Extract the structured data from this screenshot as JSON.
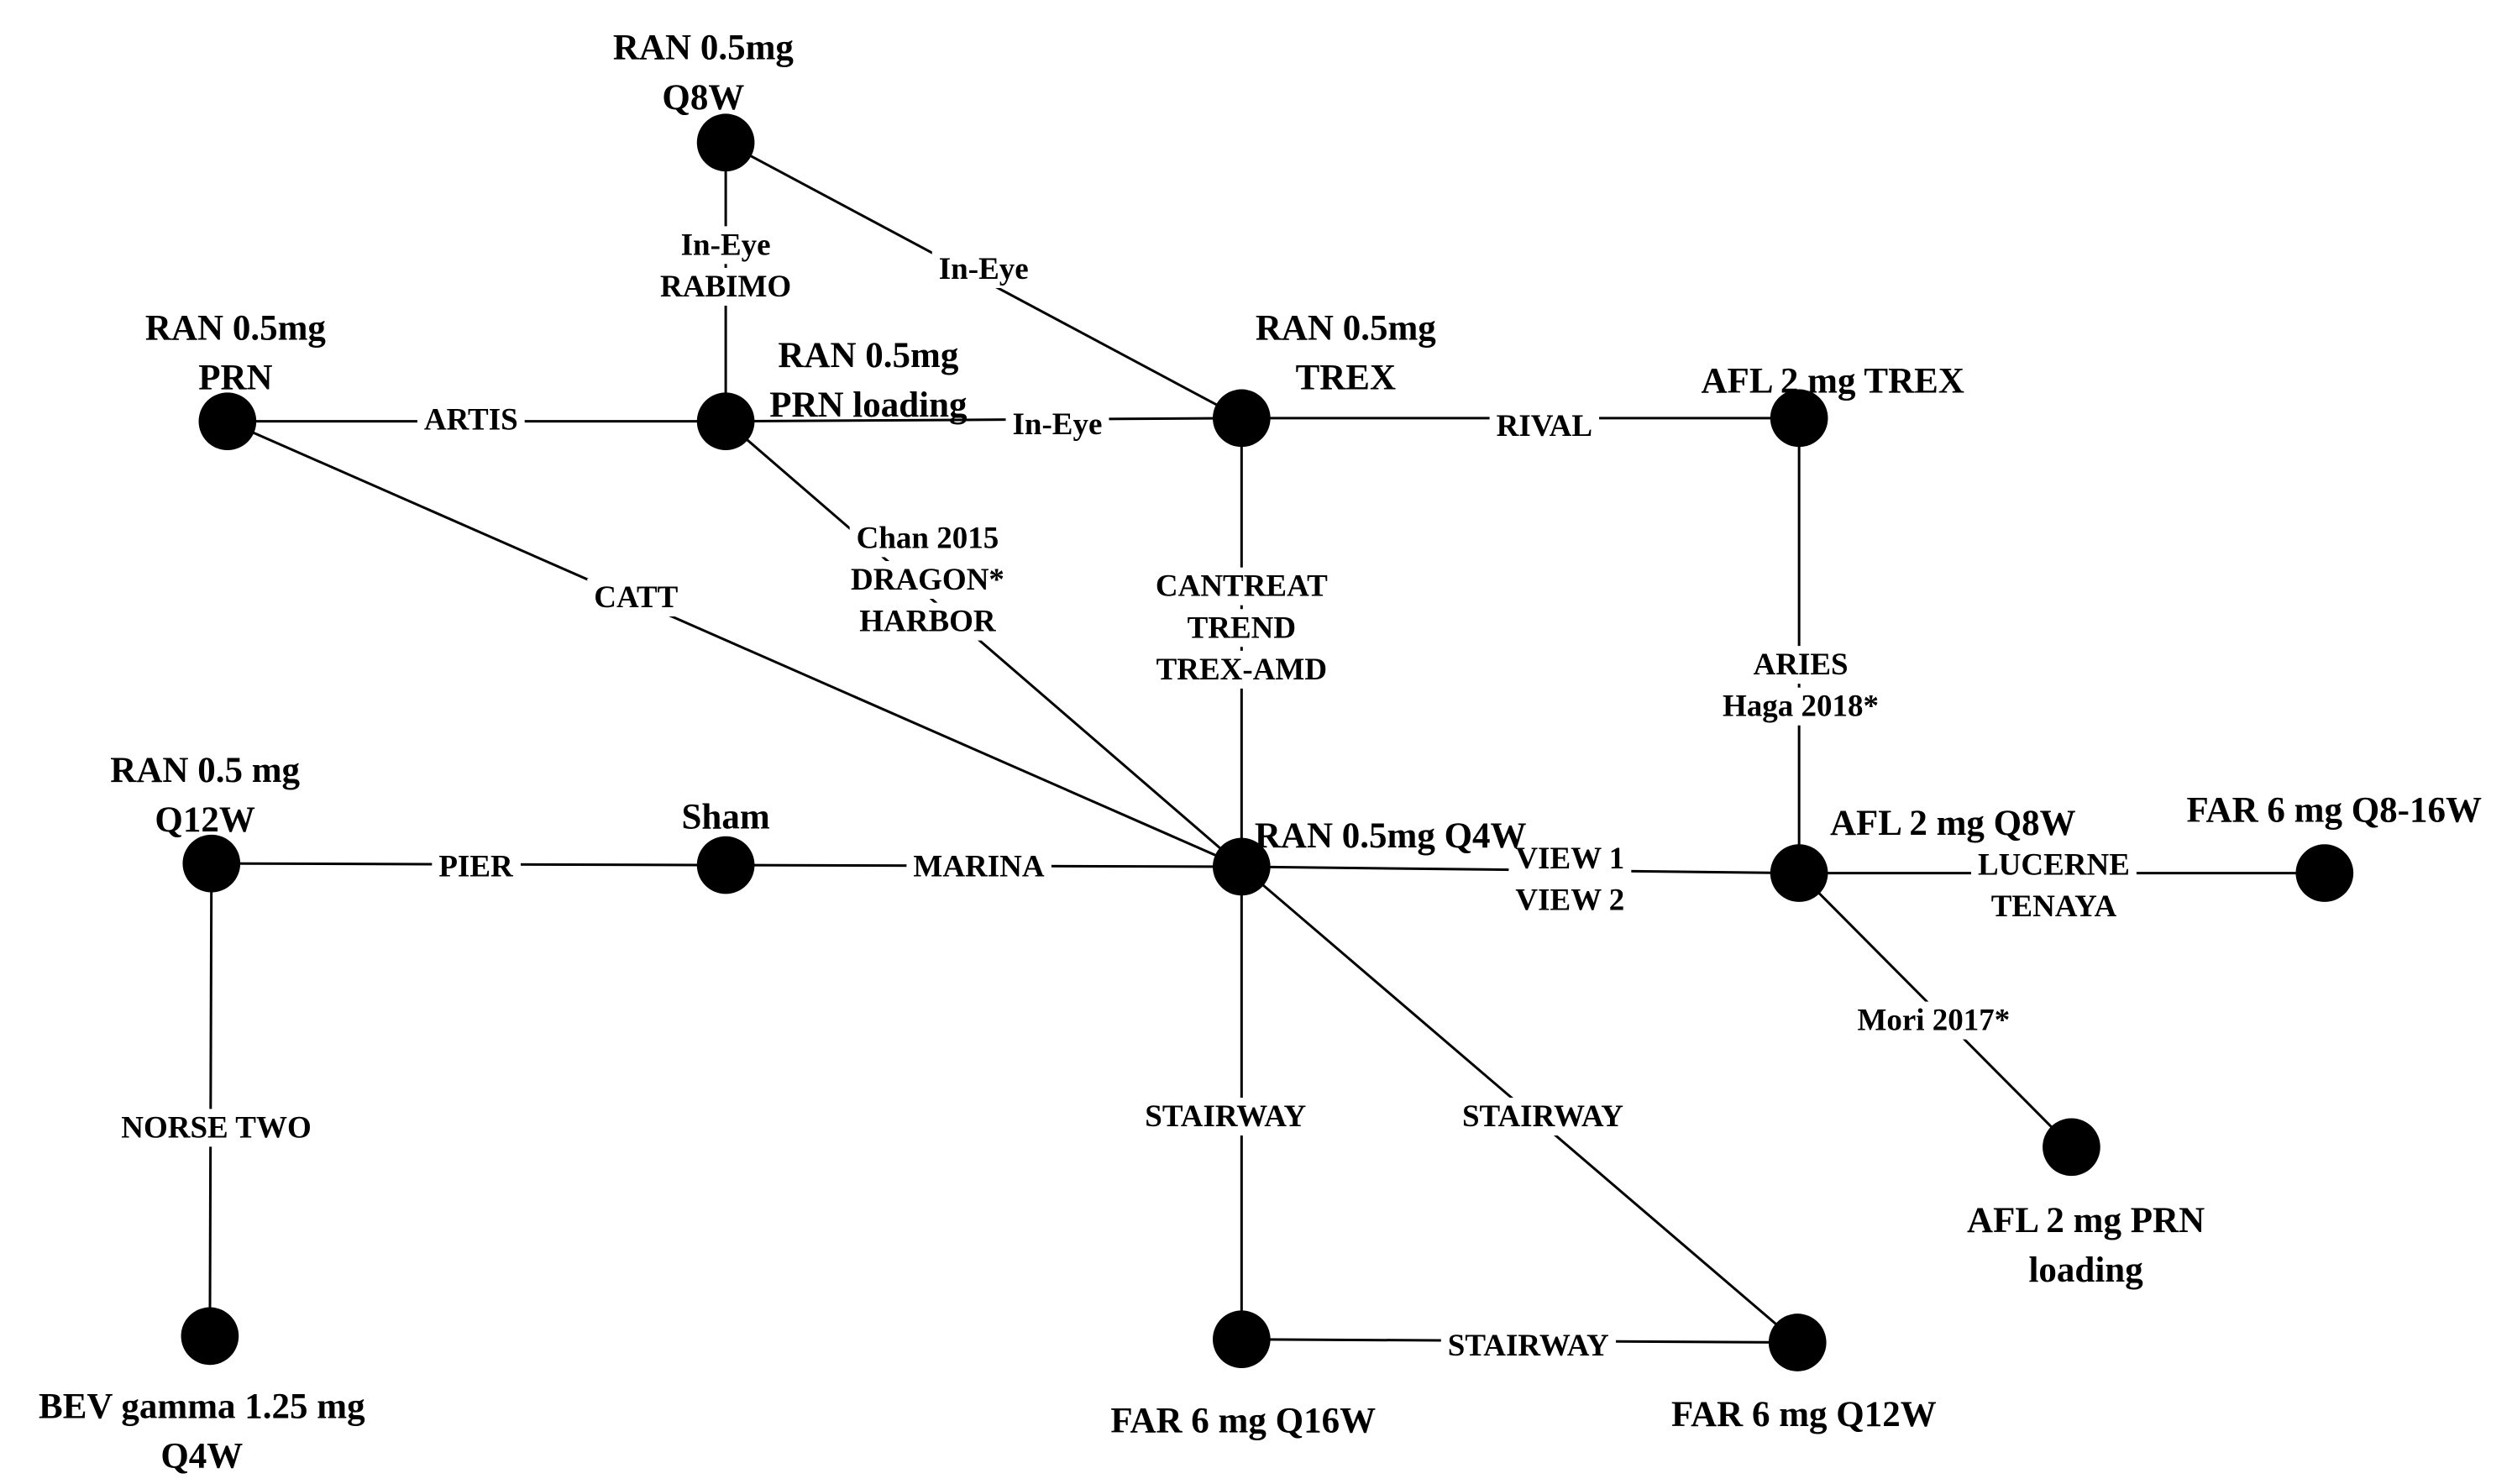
{
  "nodes": [
    {
      "id": "ran_q8w",
      "label_lines": [
        "RAN 0.5mg",
        "Q8W"
      ]
    },
    {
      "id": "ran_prn",
      "label_lines": [
        "RAN 0.5mg",
        "PRN"
      ]
    },
    {
      "id": "ran_prn_loading",
      "label_lines": [
        "RAN 0.5mg",
        "PRN loading"
      ]
    },
    {
      "id": "ran_trex",
      "label_lines": [
        "RAN 0.5mg",
        "TREX"
      ]
    },
    {
      "id": "afl_trex",
      "label_lines": [
        "AFL 2 mg TREX"
      ]
    },
    {
      "id": "ran_q12w",
      "label_lines": [
        "RAN 0.5 mg",
        "Q12W"
      ]
    },
    {
      "id": "sham",
      "label_lines": [
        "Sham"
      ]
    },
    {
      "id": "ran_q4w",
      "label_lines": [
        "RAN 0.5mg Q4W"
      ]
    },
    {
      "id": "afl_q8w",
      "label_lines": [
        "AFL 2 mg Q8W"
      ]
    },
    {
      "id": "far_q8_16w",
      "label_lines": [
        "FAR 6 mg Q8-16W"
      ]
    },
    {
      "id": "afl_prn_loading",
      "label_lines": [
        "AFL 2 mg PRN",
        "loading"
      ]
    },
    {
      "id": "bev_q4w",
      "label_lines": [
        "BEV gamma 1.25 mg",
        "Q4W"
      ]
    },
    {
      "id": "far_q16w",
      "label_lines": [
        "FAR 6 mg Q16W"
      ]
    },
    {
      "id": "far_q12w",
      "label_lines": [
        "FAR 6 mg Q12W"
      ]
    }
  ],
  "edges": [
    {
      "from": "ran_q8w",
      "to": "ran_prn_loading",
      "label_lines": [
        "In-Eye",
        "RABIMO"
      ]
    },
    {
      "from": "ran_q8w",
      "to": "ran_trex",
      "label_lines": [
        "In-Eye"
      ]
    },
    {
      "from": "ran_prn",
      "to": "ran_prn_loading",
      "label_lines": [
        "ARTIS"
      ]
    },
    {
      "from": "ran_prn_loading",
      "to": "ran_trex",
      "label_lines": [
        "In-Eye"
      ]
    },
    {
      "from": "ran_trex",
      "to": "afl_trex",
      "label_lines": [
        "RIVAL"
      ]
    },
    {
      "from": "ran_prn",
      "to": "ran_q4w",
      "label_lines": [
        "CATT"
      ]
    },
    {
      "from": "ran_prn_loading",
      "to": "ran_q4w",
      "label_lines": [
        "Chan 2015",
        "DRAGON*",
        "HARBOR"
      ]
    },
    {
      "from": "ran_trex",
      "to": "ran_q4w",
      "label_lines": [
        "CANTREAT",
        "TREND",
        "TREX-AMD"
      ]
    },
    {
      "from": "afl_trex",
      "to": "afl_q8w",
      "label_lines": [
        "ARIES",
        "Haga 2018*"
      ]
    },
    {
      "from": "ran_q12w",
      "to": "sham",
      "label_lines": [
        "PIER"
      ]
    },
    {
      "from": "sham",
      "to": "ran_q4w",
      "label_lines": [
        "MARINA"
      ]
    },
    {
      "from": "ran_q4w",
      "to": "afl_q8w",
      "label_lines": [
        "VIEW 1",
        "VIEW 2"
      ]
    },
    {
      "from": "afl_q8w",
      "to": "far_q8_16w",
      "label_lines": [
        "LUCERNE",
        "TENAYA"
      ]
    },
    {
      "from": "afl_q8w",
      "to": "afl_prn_loading",
      "label_lines": [
        "Mori 2017*"
      ]
    },
    {
      "from": "ran_q12w",
      "to": "bev_q4w",
      "label_lines": [
        "NORSE TWO"
      ]
    },
    {
      "from": "ran_q4w",
      "to": "far_q16w",
      "label_lines": [
        "STAIRWAY"
      ]
    },
    {
      "from": "ran_q4w",
      "to": "far_q12w",
      "label_lines": [
        "STAIRWAY"
      ]
    },
    {
      "from": "far_q16w",
      "to": "far_q12w",
      "label_lines": [
        "STAIRWAY"
      ]
    }
  ]
}
